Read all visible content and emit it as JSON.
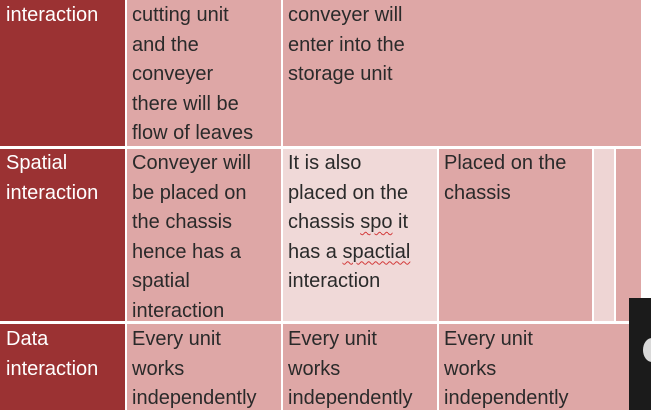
{
  "table": {
    "rows": [
      {
        "label": "interaction",
        "cells": [
          "cutting unit\nand the\nconveyer\nthere will be\nflow of leaves",
          "conveyer will\nenter into the\nstorage unit",
          ""
        ]
      },
      {
        "label": "Spatial\ninteraction",
        "cells": [
          "Conveyer will\nbe placed on\nthe chassis\nhence has a\nspatial\ninteraction",
          {
            "line1": "It is also",
            "line2": "placed on the",
            "line3_before": "chassis ",
            "line3_misspelled": "spo",
            "line3_after": " it",
            "line4_before": "has a ",
            "line4_misspelled": "spactial",
            "line5": "interaction"
          },
          "Placed on the\nchassis"
        ]
      },
      {
        "label": "Data\ninteraction",
        "cells": [
          "Every unit\nworks\nindependently",
          "Every unit\nworks\nindependently",
          "Every unit\nworks\nindependently"
        ]
      }
    ]
  },
  "colors": {
    "header_column": "#9b3233",
    "cell_pink": "#dea7a6",
    "cell_light": "#f0d9d8",
    "spellcheck_underline": "#d23a3a"
  }
}
